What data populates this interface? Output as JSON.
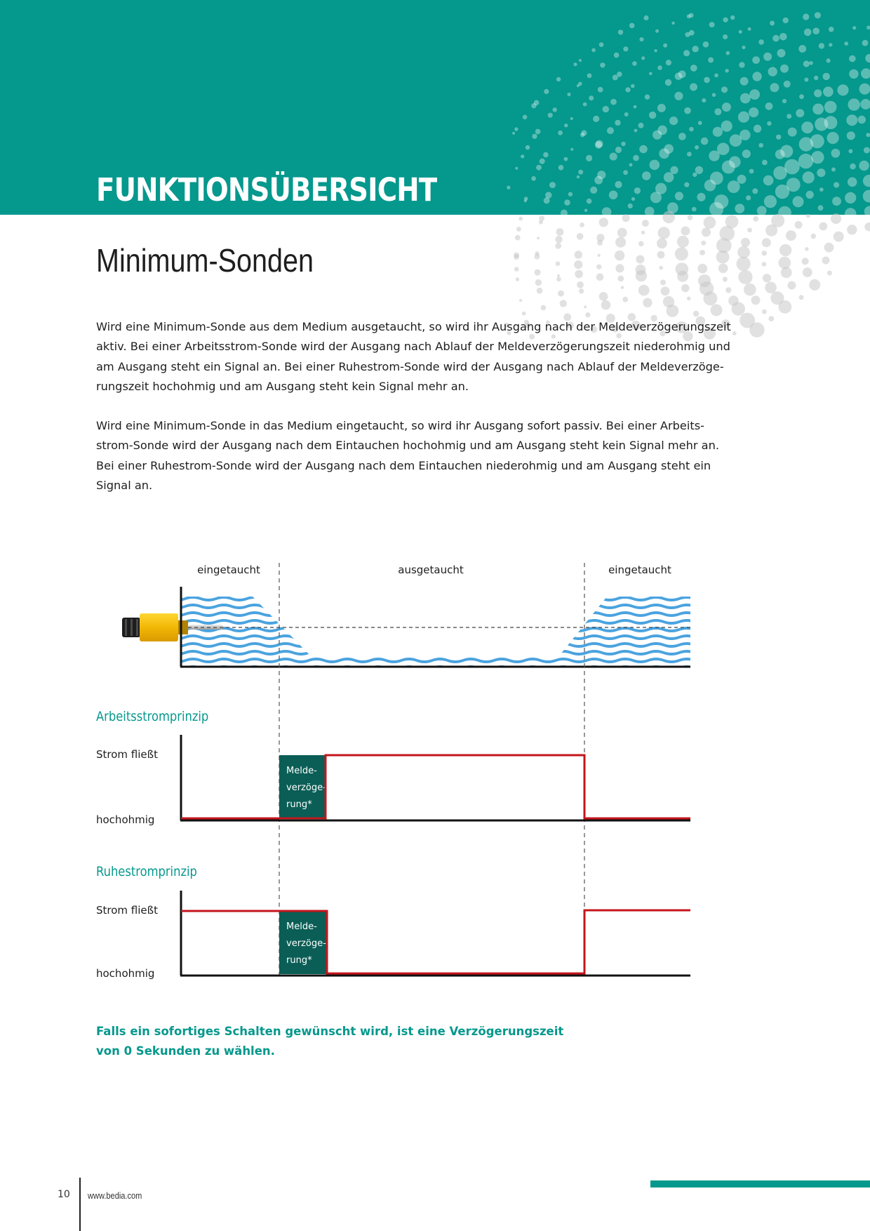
{
  "header": {
    "section_title": "FUNKTIONSÜBERSICHT"
  },
  "page_title": "Minimum-Sonden",
  "paragraphs": [
    [
      "Wird eine Minimum-Sonde aus dem Medium ausgetaucht, so wird ihr Ausgang nach der Meldeverzögerungszeit",
      "aktiv. Bei einer Arbeitsstrom-Sonde wird der Ausgang nach Ablauf der Meldeverzögerungszeit niederohmig und",
      "am Ausgang steht ein Signal an. Bei einer Ruhestrom-Sonde wird der Ausgang nach Ablauf der Meldeverzöge-",
      "rungszeit hochohmig und am Ausgang steht kein Signal mehr an."
    ],
    [
      "Wird eine Minimum-Sonde in das Medium eingetaucht, so wird ihr Ausgang sofort passiv. Bei einer Arbeits-",
      "strom-Sonde wird der Ausgang nach dem Eintauchen hochohmig und am Ausgang steht kein Signal mehr an.",
      "Bei einer Ruhestrom-Sonde wird der Ausgang nach dem Eintauchen niederohmig und am Ausgang steht ein",
      "Signal an."
    ]
  ],
  "diagram": {
    "phases": [
      "eingetaucht",
      "ausgetaucht",
      "eingetaucht"
    ],
    "arbeitsstrom": {
      "title": "Arbeitsstromprinzip",
      "high_label": "Strom fließt",
      "low_label": "hochohmig",
      "delay_label": [
        "Melde-",
        "verzöge-",
        "rung*"
      ]
    },
    "ruhestrom": {
      "title": "Ruhestromprinzip",
      "high_label": "Strom fließt",
      "low_label": "hochohmig",
      "delay_label": [
        "Melde-",
        "verzöge-",
        "rung*"
      ]
    },
    "colors": {
      "signal": "#c4161c",
      "delay_box": "#0a5e56",
      "water": "#4aa3df",
      "accent": "#05988d",
      "probe_body": "#f2b705"
    }
  },
  "note": [
    "Falls ein sofortiges Schalten gewünscht wird, ist eine Verzögerungszeit",
    "von 0 Sekunden zu wählen."
  ],
  "footer": {
    "page_number": "10",
    "url": "www.bedia.com"
  }
}
